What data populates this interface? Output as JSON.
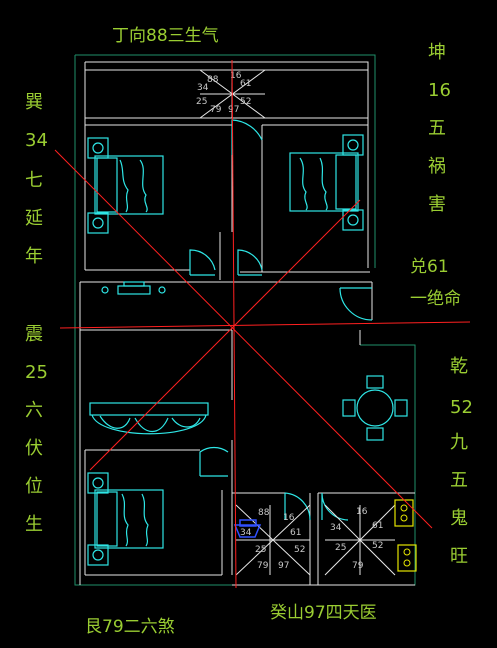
{
  "labels": {
    "top": "丁向88三生气",
    "right_top": [
      "坤",
      "16",
      "五",
      "祸",
      "害"
    ],
    "right_mid": [
      "兑61",
      "一绝命"
    ],
    "right_bottom": [
      "乾",
      "52",
      "九",
      "五",
      "鬼",
      "旺"
    ],
    "left_top": [
      "巽",
      "34",
      "七",
      "延",
      "年"
    ],
    "left_bottom": [
      "震",
      "25",
      "六",
      "伏",
      "位",
      "生"
    ],
    "bottom_left": "艮79二六煞",
    "bottom_center": "癸山97四天医"
  },
  "grids": {
    "top": [
      "88",
      "16",
      "34",
      "61",
      "25",
      "52",
      "79",
      "97"
    ],
    "bottom_left": [
      "88",
      "16",
      "34",
      "61",
      "25",
      "52",
      "79",
      "97"
    ],
    "bottom_right": [
      "16",
      "34",
      "61",
      "25",
      "52",
      "79"
    ]
  },
  "colors": {
    "background": "#000000",
    "label": "#9acd32",
    "wall": "#e6e6e6",
    "furniture": "#2ee6e6",
    "ray": "#ff2020",
    "stair": "#1f8f6a",
    "appliance": "#e6e600"
  }
}
